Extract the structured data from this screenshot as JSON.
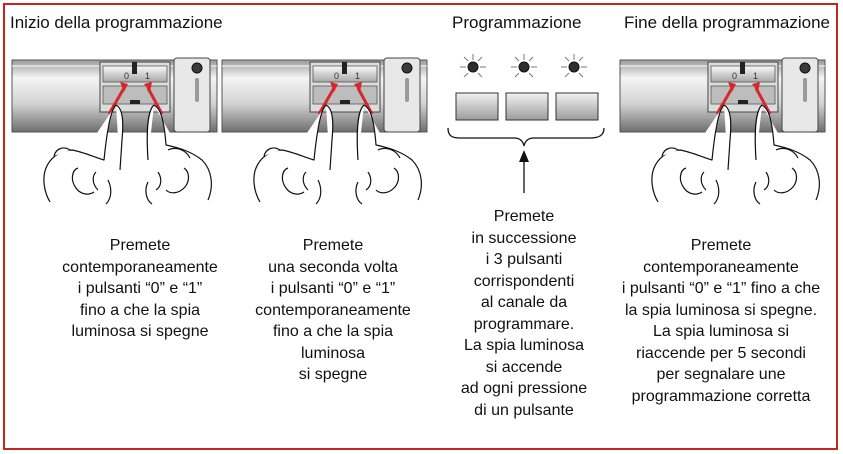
{
  "headings": {
    "start": "Inizio della programmazione",
    "programming": "Programmazione",
    "end": "Fine della programmazione"
  },
  "device": {
    "key0": "0",
    "key1": "1"
  },
  "descriptions": {
    "step1": "Premete\ncontemporaneamente\ni pulsanti “0” e “1”\nfino a che la spia\nluminosa si spegne",
    "step2": "Premete\nuna seconda volta\ni pulsanti “0” e “1”\ncontemporaneamente\nfino a che la spia\nluminosa\nsi spegne",
    "step3": "Premete\nin successione\ni 3 pulsanti\ncorrispondenti\nal canale da\nprogrammare.\nLa spia luminosa\nsi accende\nad ogni pressione\ndi un pulsante",
    "step4": "Premete\ncontemporaneamente\ni pulsanti “0” e “1” fino a che\nla spia luminosa si spegne.\nLa spia luminosa si\nriaccende per 5 secondi\nper segnalare une\nprogrammazione corretta"
  },
  "colors": {
    "frame": "#c0281e",
    "arrow": "#d8262a",
    "device_light": "#eeeeee",
    "device_dark": "#8a8a8a"
  }
}
